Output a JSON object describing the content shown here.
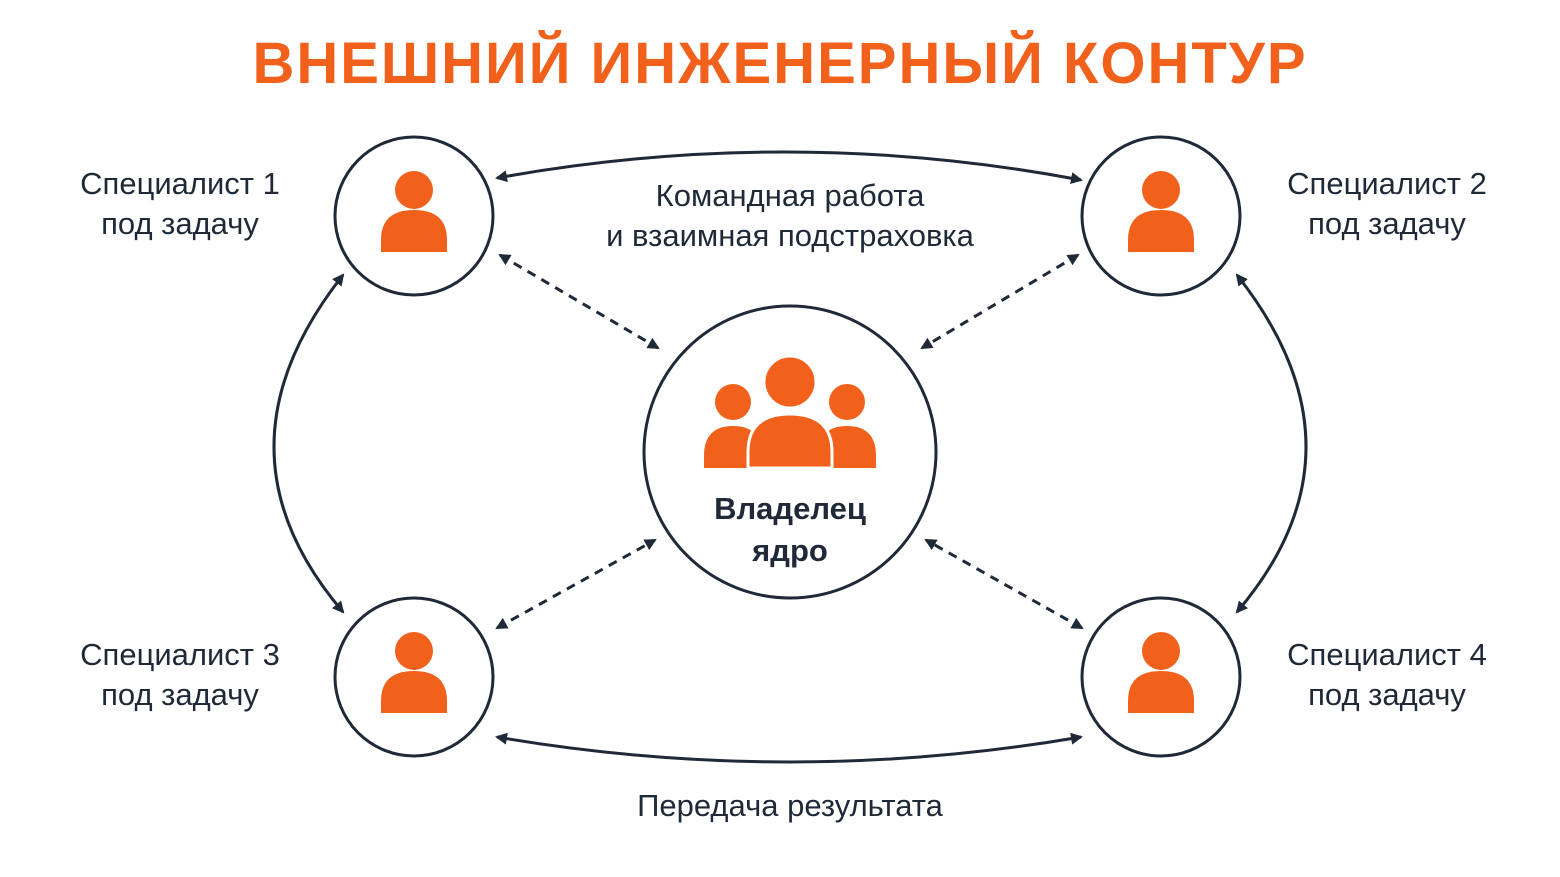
{
  "title": "ВНЕШНИЙ ИНЖЕНЕРНЫЙ КОНТУР",
  "colors": {
    "accent": "#f2611c",
    "stroke": "#1f2937",
    "text": "#1f2937",
    "background": "#ffffff"
  },
  "core": {
    "line1": "Владелец",
    "line2": "ядро",
    "icon": "group-icon"
  },
  "specialists": [
    {
      "line1": "Специалист 1",
      "line2": "под задачу",
      "icon": "person-icon"
    },
    {
      "line1": "Специалист 2",
      "line2": "под задачу",
      "icon": "person-icon"
    },
    {
      "line1": "Специалист 3",
      "line2": "под задачу",
      "icon": "person-icon"
    },
    {
      "line1": "Специалист 4",
      "line2": "под задачу",
      "icon": "person-icon"
    }
  ],
  "connections": {
    "top_label_line1": "Командная работа",
    "top_label_line2": "и взаимная подстраховка",
    "bottom_label": "Передача результата"
  }
}
